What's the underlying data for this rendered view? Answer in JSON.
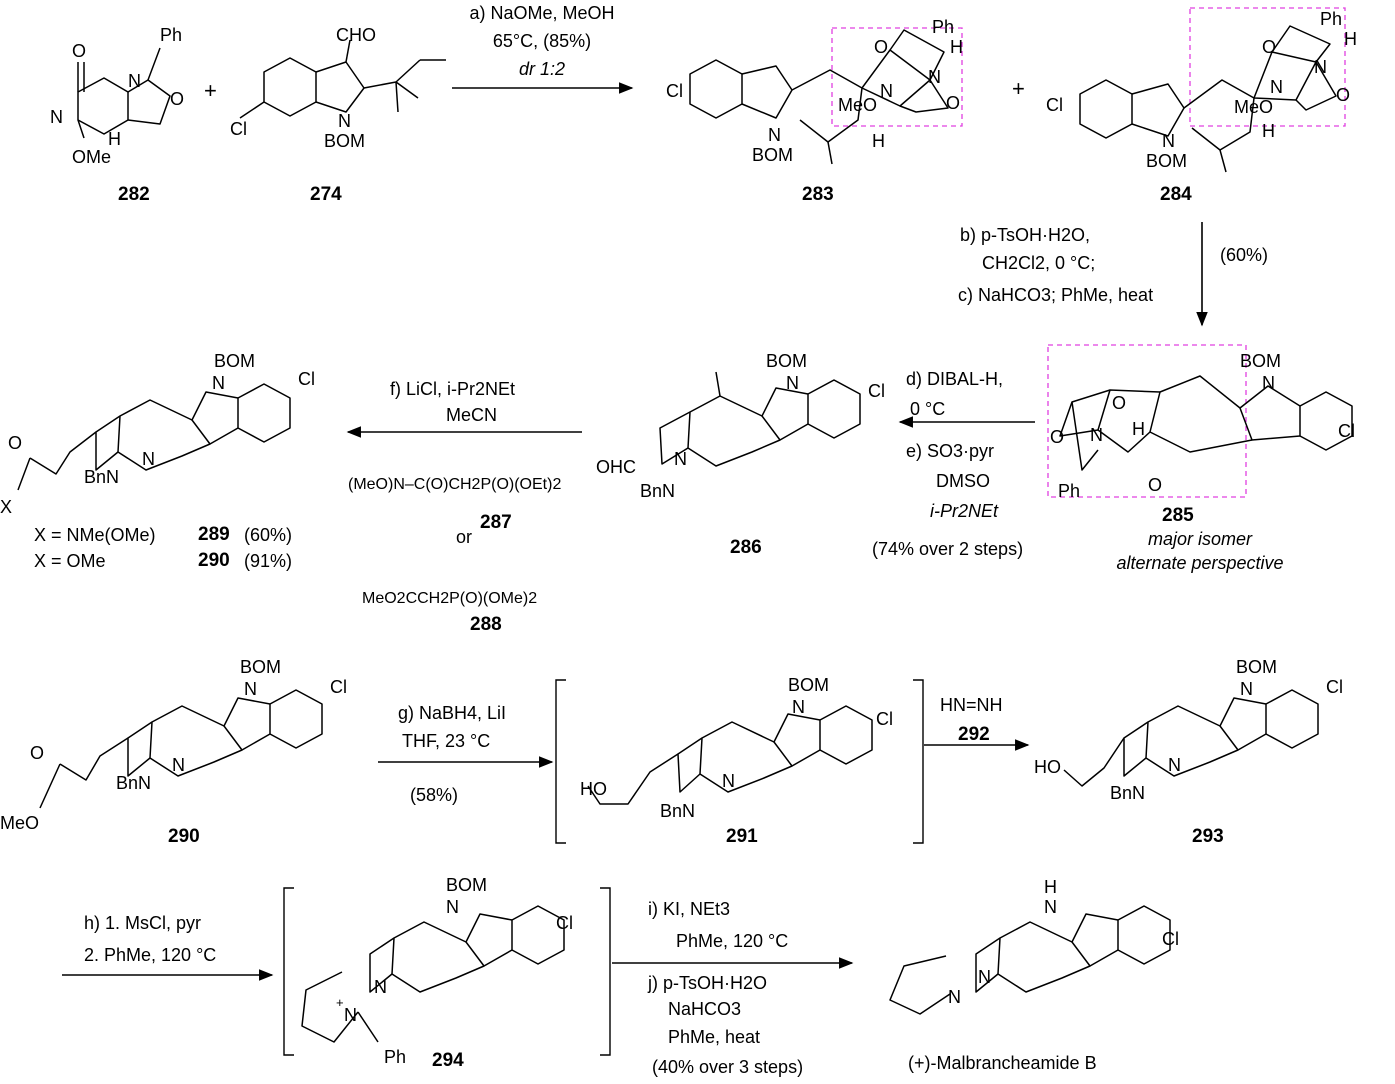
{
  "compounds": {
    "c282": "282",
    "c274": "274",
    "c283": "283",
    "c284": "284",
    "c285": "285",
    "c286": "286",
    "c287": "287",
    "c288": "288",
    "c289": "289",
    "c290a": "290",
    "c290b": "290",
    "c291": "291",
    "c292": "292",
    "c293": "293",
    "c294": "294",
    "final": "(+)-Malbrancheamide B"
  },
  "structure_labels": {
    "bom": "BOM",
    "ph": "Ph",
    "cl": "Cl",
    "cho": "CHO",
    "ome": "OMe",
    "meo": "MeO",
    "ohc": "OHC",
    "bnn": "BnN",
    "ho": "HO",
    "x": "X",
    "meo_ester": "MeO",
    "h": "H",
    "n": "N",
    "o": "O",
    "plus": "+"
  },
  "steps": {
    "a1": "a) NaOMe, MeOH",
    "a2": "65°C, (85%)",
    "a3": "dr 1:2",
    "b1": "b) p-TsOH·H2O,",
    "b2": "CH2Cl2, 0 °C;",
    "c1": "c) NaHCO3; PhMe, heat",
    "bc_yield": "(60%)",
    "d1": "d) DIBAL-H,",
    "d2": "0 °C",
    "e1": "e) SO3·pyr",
    "e2": "DMSO",
    "e3": "i-Pr2NEt",
    "de_yield": "(74% over 2 steps)",
    "f1": "f) LiCl, i-Pr2NEt",
    "f2": "MeCN",
    "or": "or",
    "reagent287": "(MeO)N–C(O)CH2P(O)(OEt)2",
    "reagent288": "MeO2CCH2P(O)(OMe)2",
    "g1": "g) NaBH4, LiI",
    "g2": "THF, 23 °C",
    "g_yield": "(58%)",
    "diimide": "HN=NH",
    "h1": "h) 1. MsCl, pyr",
    "h2": "2. PhMe, 120 °C",
    "i1": "i) KI, NEt3",
    "i2": "PhMe, 120 °C",
    "j1": "j) p-TsOH·H2O",
    "j2": "NaHCO3",
    "j3": "PhMe, heat",
    "ij_yield": "(40% over 3 steps)"
  },
  "results": {
    "r289": "X = NMe(OMe)",
    "y289": "(60%)",
    "r290": "X = OMe",
    "y290": "(91%)"
  },
  "notes": {
    "n285a": "major isomer",
    "n285b": "alternate perspective"
  },
  "colors": {
    "ink": "#000000",
    "highlight_box": "#e040e0"
  }
}
